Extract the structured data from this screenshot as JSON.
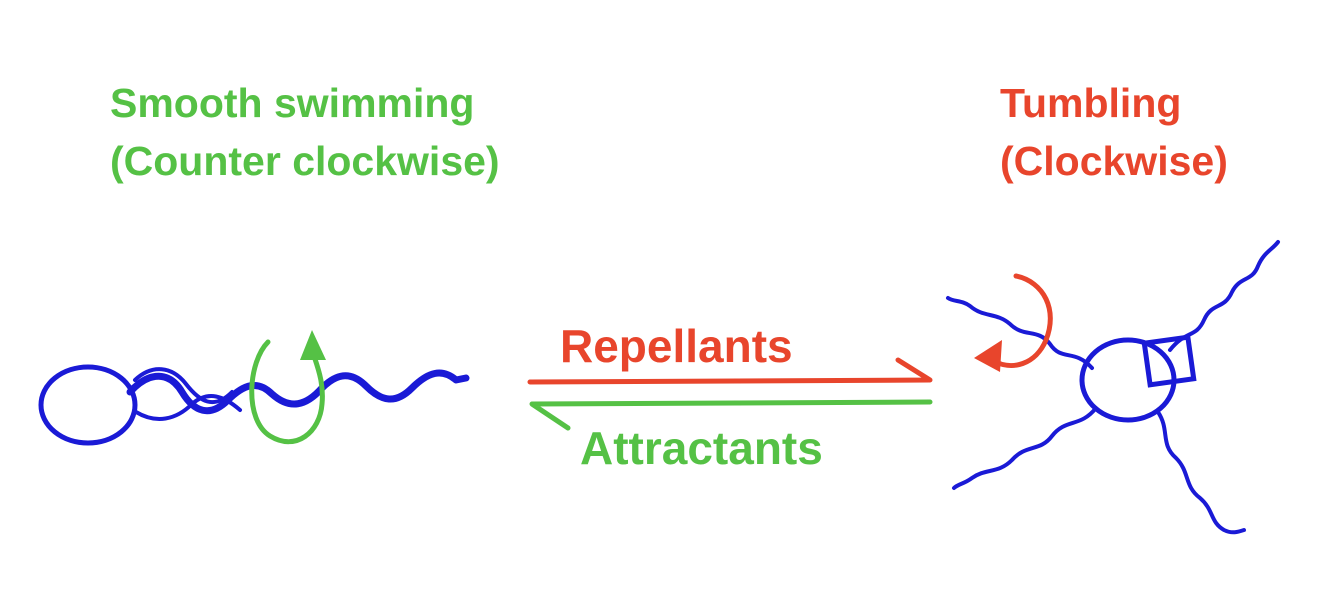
{
  "colors": {
    "smooth": "#55c145",
    "tumble": "#e8452c",
    "cell": "#1a1ad6",
    "background": "#ffffff"
  },
  "smooth_swimming": {
    "title": "Smooth swimming",
    "subtitle": "(Counter clockwise)"
  },
  "tumbling": {
    "title": "Tumbling",
    "subtitle": "(Clockwise)"
  },
  "arrows": {
    "forward_label": "Repellants",
    "reverse_label": "Attractants"
  }
}
